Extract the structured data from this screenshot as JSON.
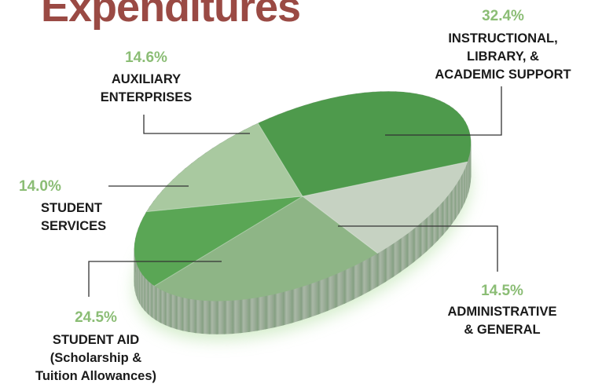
{
  "title": "Expenditures",
  "chart_data": {
    "type": "pie",
    "title": "Expenditures",
    "slices": [
      {
        "label": [
          "INSTRUCTIONAL,",
          "LIBRARY, &",
          "ACADEMIC SUPPORT"
        ],
        "value": 32.4,
        "display": "32.4%",
        "color": "#4e9a4c"
      },
      {
        "label": [
          "ADMINISTRATIVE",
          "& GENERAL"
        ],
        "value": 14.5,
        "display": "14.5%",
        "color": "#c6d2c2"
      },
      {
        "label": [
          "STUDENT AID",
          "(Scholarship &",
          "Tuition Allowances)"
        ],
        "value": 24.5,
        "display": "24.5%",
        "color": "#8eb586"
      },
      {
        "label": [
          "STUDENT",
          "SERVICES"
        ],
        "value": 14.0,
        "display": "14.0%",
        "color": "#5aa655"
      },
      {
        "label": [
          "AUXILIARY",
          "ENTERPRISES"
        ],
        "value": 14.6,
        "display": "14.6%",
        "color": "#a9c9a0"
      }
    ]
  }
}
